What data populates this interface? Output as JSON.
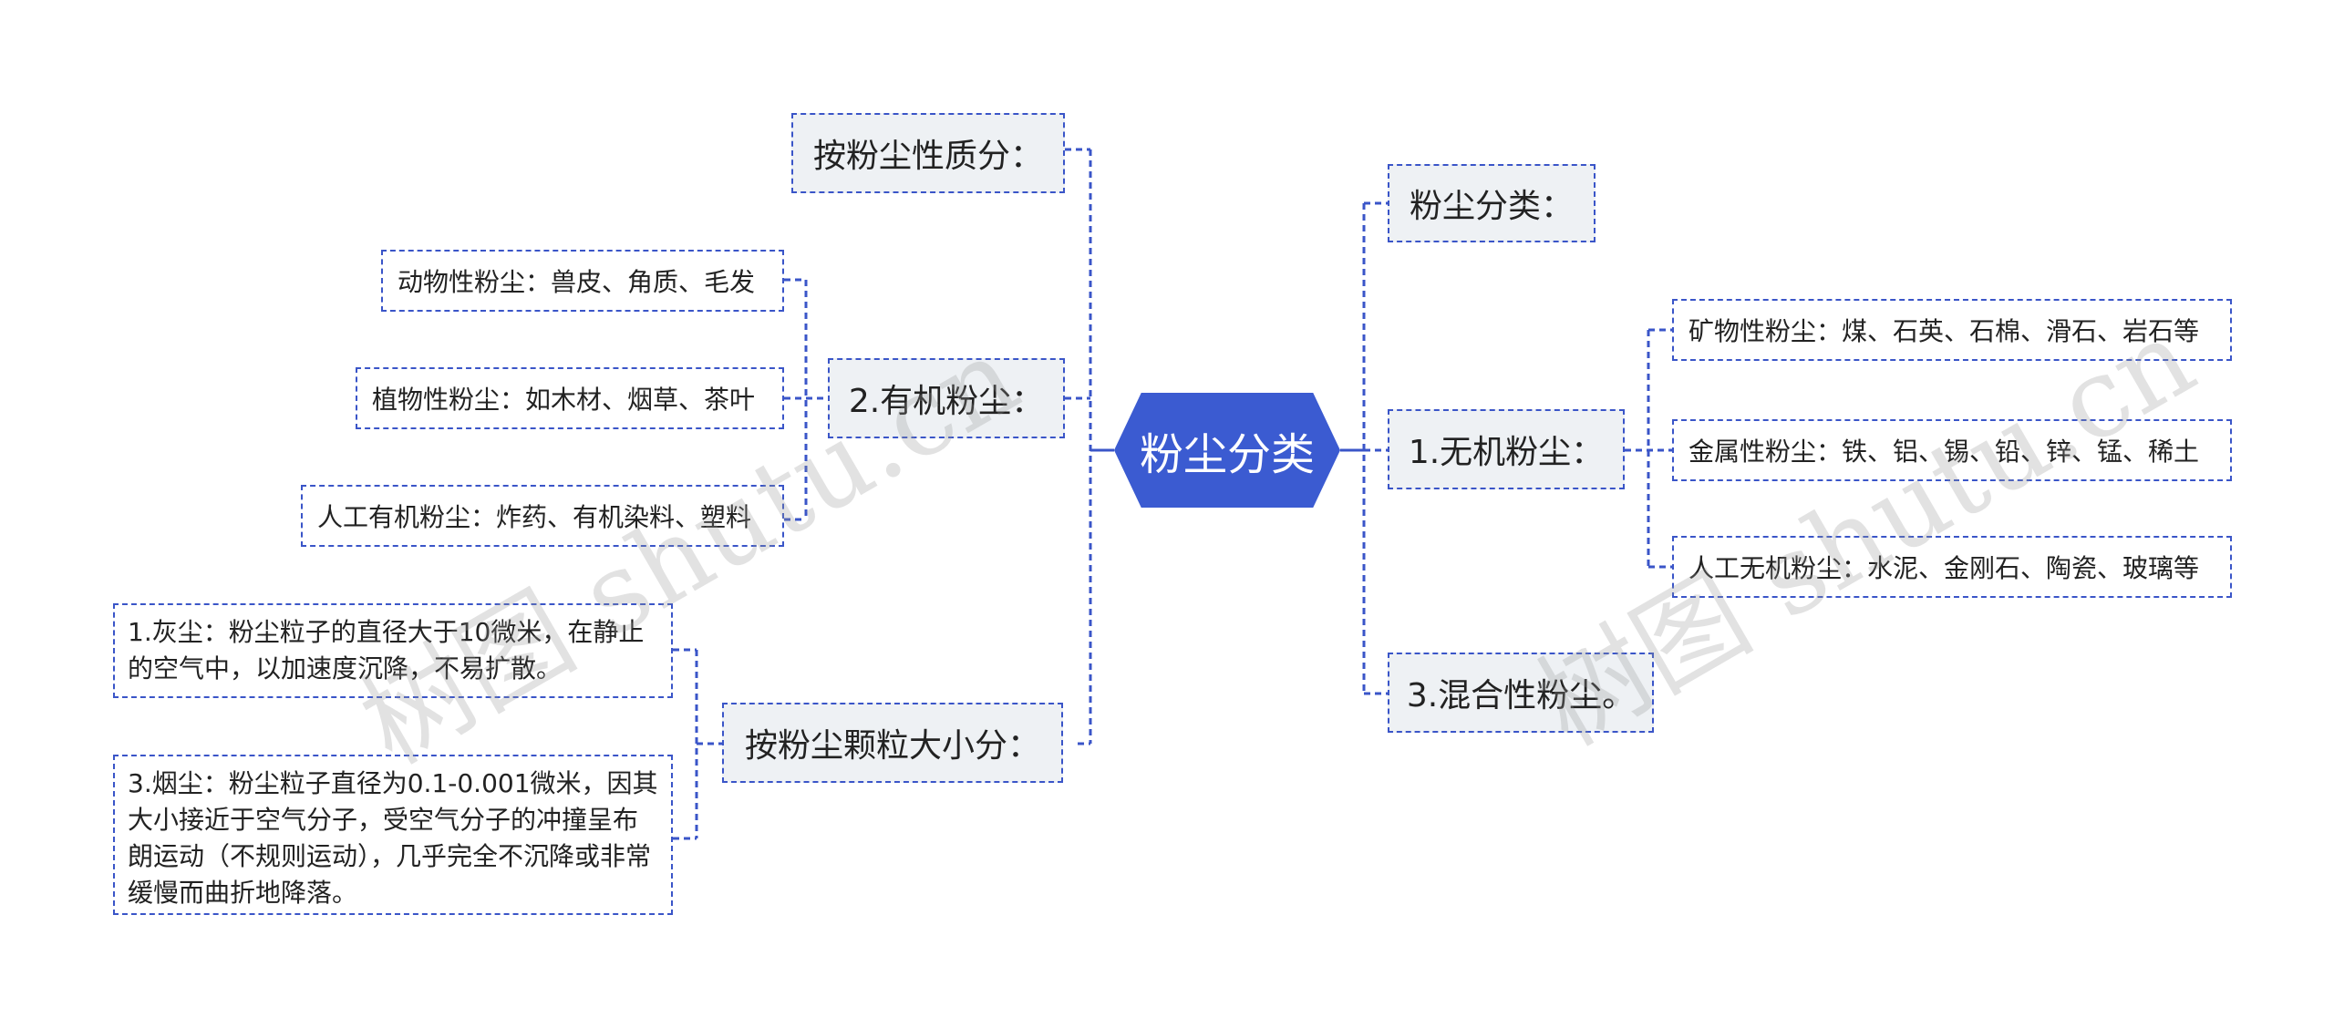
{
  "root": {
    "label": "粉尘分类"
  },
  "right": {
    "n1": {
      "label": "粉尘分类："
    },
    "n2": {
      "label": "1.无机粉尘：",
      "children": [
        "矿物性粉尘：煤、石英、石棉、滑石、岩石等",
        "金属性粉尘：铁、铝、锡、铅、锌、锰、稀土",
        "人工无机粉尘：水泥、金刚石、陶瓷、玻璃等"
      ]
    },
    "n3": {
      "label": "3.混合性粉尘。"
    }
  },
  "left": {
    "n1": {
      "label": "按粉尘性质分："
    },
    "n2": {
      "label": "2.有机粉尘：",
      "children": [
        "动物性粉尘：兽皮、角质、毛发",
        "植物性粉尘：如木材、烟草、茶叶",
        "人工有机粉尘：炸药、有机染料、塑料"
      ]
    },
    "n3": {
      "label": "按粉尘颗粒大小分：",
      "children": [
        "1.灰尘：粉尘粒子的直径大于10微米，在静止的空气中，以加速度沉降，不易扩散。",
        "3.烟尘：粉尘粒子直径为0.1-0.001微米，因其大小接近于空气分子，受空气分子的冲撞呈布朗运动（不规则运动），几乎完全不沉降或非常缓慢而曲折地降落。"
      ]
    }
  },
  "watermark": "树图 shutu.cn",
  "colors": {
    "accent": "#3b5bd1",
    "line": "#3a55c8",
    "node_fill": "#eef1f4"
  }
}
